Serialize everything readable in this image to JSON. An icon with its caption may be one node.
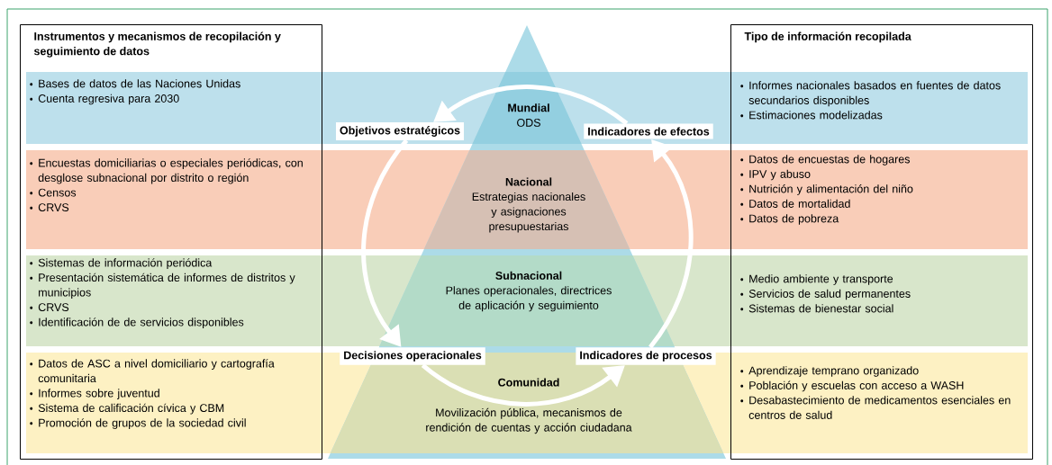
{
  "diagram": {
    "nodes": [
      {
        "text": [
          "Instrumentos y mecanismos de recopilación y seguimiento de datos"
        ]
      },
      {
        "text": [
          "Bases de datos de las Naciones Unidas",
          "Cuenta regresiva para 2030"
        ],
        "in": 0
      },
      {
        "text": [
          "Encuestas domiciliarias o especiales periódicas, con desglose subnacional por distrito o región",
          "Censos",
          "CRVS"
        ],
        "in": 0
      },
      {
        "text": [
          "Sistemas de información periódica",
          "Presentación sistemática de informes de distritos y municipios",
          "CRVS",
          "Identificación de de servicios disponibles"
        ],
        "in": 0
      },
      {
        "text": [
          "Datos de ASC a nivel domiciliario y cartografía comunitaria",
          "Informes sobre juventud",
          "Sistema de calificación cívica y CBM",
          "Promoción de grupos de la sociedad civil"
        ],
        "in": 0
      },
      {
        "text": [
          "Mundial",
          "ODS"
        ]
      },
      {
        "text": [
          "Nacional",
          "Estrategias nacionales y asignaciones presupuestarias"
        ]
      },
      {
        "text": [
          "Subnacional",
          "Planes operacionales, directrices de aplicación y seguimiento"
        ]
      },
      {
        "text": [
          "Comunidad"
        ],
        "beside": [
          "Movilización pública, mecanismos de rendición de cuentas y acción ciudadana"
        ]
      },
      {
        "text": [
          "Objetivos estratégicos"
        ]
      },
      {
        "text": [
          "Indicadores de efectos"
        ]
      },
      {
        "text": [
          "Decisiones operacionales"
        ]
      },
      {
        "text": [
          "Indicadores de procesos"
        ]
      },
      {
        "text": [
          "Tipo de información recopilada"
        ]
      },
      {
        "text": [
          "Informes nacionales basados en fuentes de datos secundarios disponibles",
          "Estimaciones modelizadas"
        ],
        "in": 13
      },
      {
        "text": [
          "Datos de encuestas de hogares",
          "IPV y abuso",
          "Nutrición y alimentación del niño",
          "Datos de mortalidad",
          "Datos de pobreza"
        ],
        "in": 13
      },
      {
        "text": [
          "Medio ambiente y transporte",
          "Servicios de salud permanentes",
          "Sistemas de bienestar social"
        ],
        "in": 13
      },
      {
        "text": [
          "Aprendizaje temprano organizado",
          "Población y escuelas con acceso a WASH",
          "Desabastecimiento de medicamentos esenciales en centros de salud"
        ],
        "in": 13
      }
    ],
    "edges": [
      {
        "from": 10,
        "to": 9,
        "arrow": "to"
      },
      {
        "from": 9,
        "to": 11,
        "arrow": "to"
      },
      {
        "from": 11,
        "to": 12,
        "arrow": "to"
      },
      {
        "from": 12,
        "to": 10,
        "arrow": "to"
      }
    ]
  }
}
